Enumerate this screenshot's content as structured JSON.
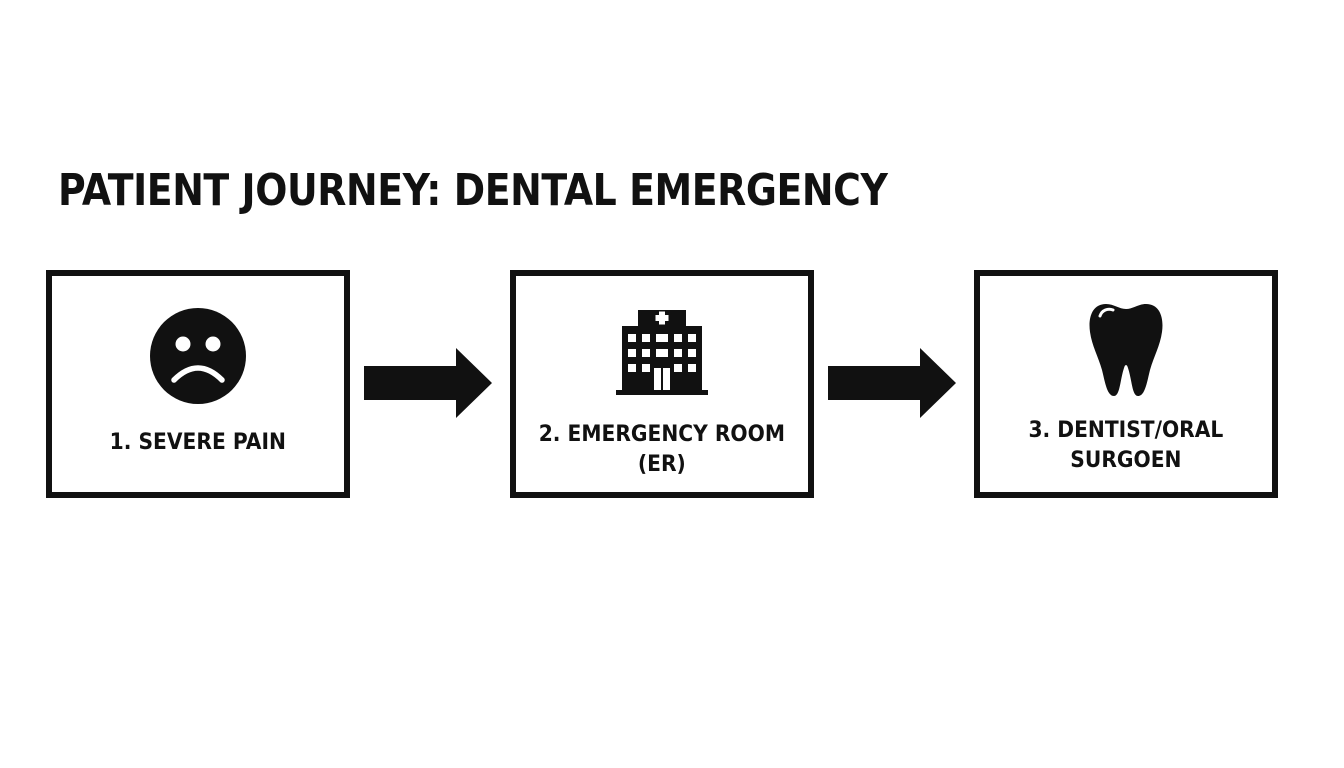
{
  "title": "PATIENT JOURNEY: DENTAL EMERGENCY",
  "steps": [
    {
      "label": "1. SEVERE PAIN",
      "icon": "sad-face-icon"
    },
    {
      "label": "2. EMERGENCY ROOM\n(ER)",
      "icon": "hospital-icon"
    },
    {
      "label": "3. DENTIST/ORAL\nSURGOEN",
      "icon": "tooth-icon"
    }
  ],
  "colors": {
    "stroke": "#111111",
    "background": "#ffffff"
  }
}
